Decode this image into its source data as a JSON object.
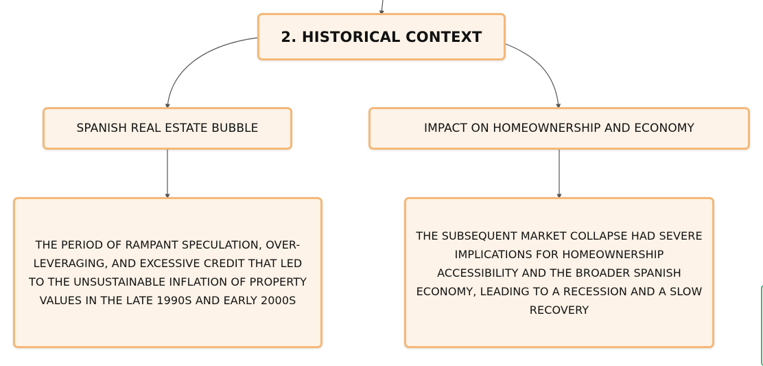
{
  "diagram": {
    "root": {
      "label": "2. HISTORICAL CONTEXT"
    },
    "branches": [
      {
        "label": "SPANISH REAL ESTATE BUBBLE",
        "detail": "THE PERIOD OF RAMPANT SPECULATION, OVER-LEVERAGING, AND EXCESSIVE CREDIT THAT LED TO THE UNSUSTAINABLE INFLATION OF PROPERTY VALUES IN THE LATE 1990S AND EARLY 2000S"
      },
      {
        "label": "IMPACT ON HOMEOWNERSHIP AND ECONOMY",
        "detail": "THE SUBSEQUENT MARKET COLLAPSE HAD SEVERE IMPLICATIONS FOR HOMEOWNERSHIP ACCESSIBILITY AND THE BROADER SPANISH ECONOMY, LEADING TO A RECESSION AND A SLOW RECOVERY"
      }
    ]
  },
  "colors": {
    "node_fill": "#fdf3e8",
    "node_border": "#f4b878",
    "connector": "#555555",
    "edge_tab": "#3cb371"
  }
}
